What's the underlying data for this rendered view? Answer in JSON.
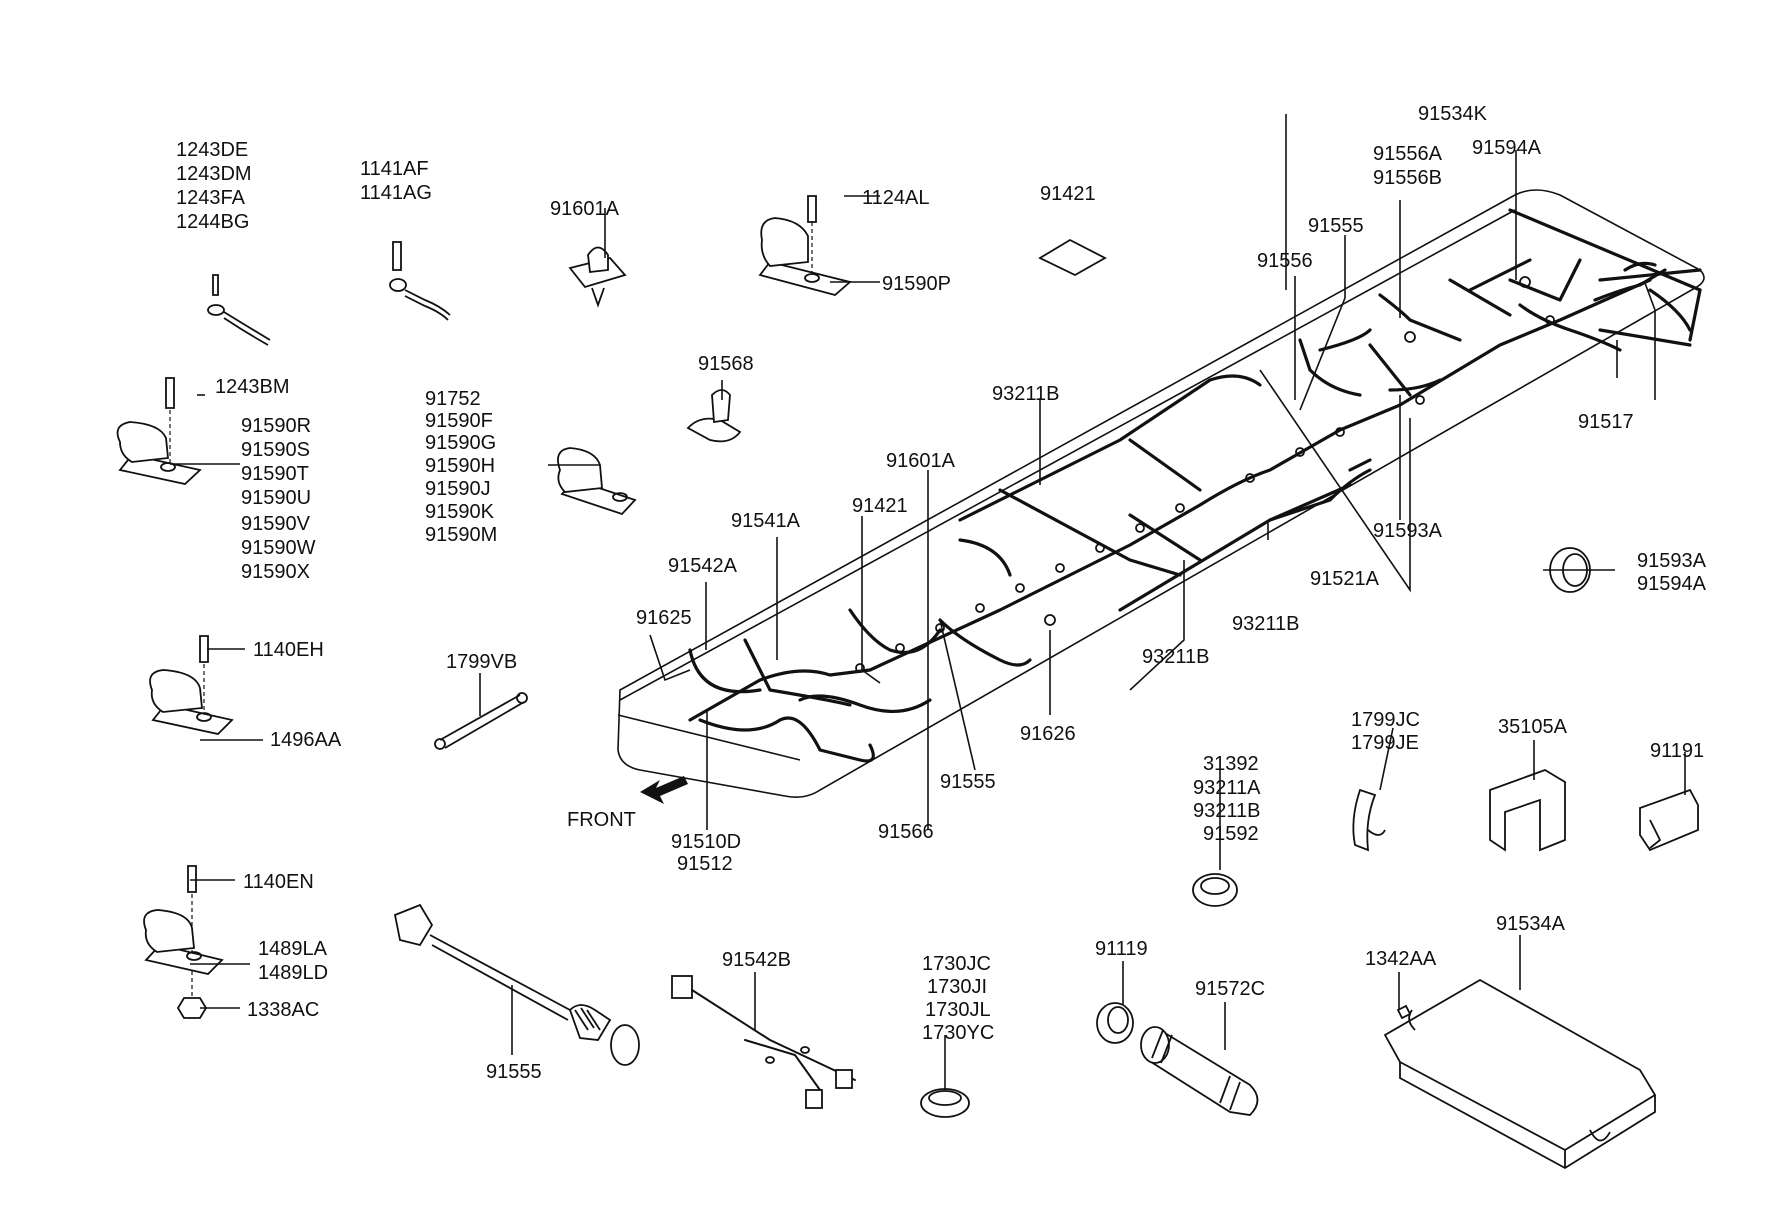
{
  "front_label": "FRONT",
  "labels": {
    "l_1243DE": "1243DE",
    "l_1243DM": "1243DM",
    "l_1243FA": "1243FA",
    "l_1244BG": "1244BG",
    "l_1141AF": "1141AF",
    "l_1141AG": "1141AG",
    "l_91601A_a": "91601A",
    "l_1124AL": "1124AL",
    "l_91590P": "91590P",
    "l_91421_a": "91421",
    "l_91534K": "91534K",
    "l_91556A": "91556A",
    "l_91556B": "91556B",
    "l_91594A_a": "91594A",
    "l_91555_a": "91555",
    "l_91556": "91556",
    "l_91517": "91517",
    "l_1243BM": "1243BM",
    "l_91590R": "91590R",
    "l_91590S": "91590S",
    "l_91590T": "91590T",
    "l_91590U": "91590U",
    "l_91590V": "91590V",
    "l_91590W": "91590W",
    "l_91590X": "91590X",
    "l_91568": "91568",
    "l_91752": "91752",
    "l_91590F": "91590F",
    "l_91590G": "91590G",
    "l_91590H": "91590H",
    "l_91590J": "91590J",
    "l_91590K": "91590K",
    "l_91590M": "91590M",
    "l_93211B_a": "93211B",
    "l_91601A_b": "91601A",
    "l_91421_b": "91421",
    "l_91541A": "91541A",
    "l_91542A": "91542A",
    "l_91625": "91625",
    "l_91593A_a": "91593A",
    "l_91521A": "91521A",
    "l_91593A_b": "91593A",
    "l_91594A_b": "91594A",
    "l_93211B_b": "93211B",
    "l_93211B_c": "93211B",
    "l_1140EH": "1140EH",
    "l_1496AA": "1496AA",
    "l_1799VB": "1799VB",
    "l_91626": "91626",
    "l_91555_b": "91555",
    "l_91510D": "91510D",
    "l_91512": "91512",
    "l_91566": "91566",
    "l_31392": "31392",
    "l_93211A": "93211A",
    "l_93211B_d": "93211B",
    "l_91592": "91592",
    "l_1799JC": "1799JC",
    "l_1799JE": "1799JE",
    "l_35105A": "35105A",
    "l_91191": "91191",
    "l_1140EN": "1140EN",
    "l_1489LA": "1489LA",
    "l_1489LD": "1489LD",
    "l_1338AC": "1338AC",
    "l_91542B": "91542B",
    "l_91555_c": "91555",
    "l_1730JC": "1730JC",
    "l_1730JI": "1730JI",
    "l_1730JL": "1730JL",
    "l_1730YC": "1730YC",
    "l_91119": "91119",
    "l_91572C": "91572C",
    "l_1342AA": "1342AA",
    "l_91534A": "91534A"
  }
}
